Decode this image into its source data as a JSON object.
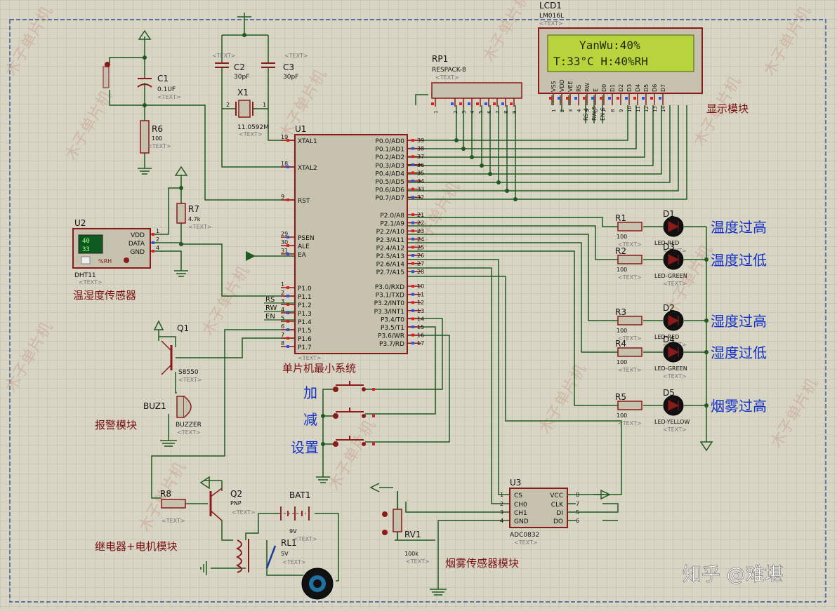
{
  "lcd": {
    "ref": "LCD1",
    "model": "LM016L",
    "text_tag": "<TEXT>",
    "line1": "YanWu:40%",
    "line2": "T:33°C   H:40%RH",
    "pins": [
      "VSS",
      "VDD",
      "VEE",
      "RS",
      "RW",
      "E",
      "D0",
      "D1",
      "D2",
      "D3",
      "D4",
      "D5",
      "D6",
      "D7"
    ],
    "pin_numbers": [
      "1",
      "2",
      "3",
      "4",
      "5",
      "6",
      "7",
      "8",
      "9",
      "10",
      "11",
      "12",
      "13",
      "14"
    ]
  },
  "rp1": {
    "ref": "RP1",
    "model": "RESPACK-8",
    "text_tag": "<TEXT>",
    "pin_numbers": [
      "1",
      "2",
      "3",
      "4",
      "5",
      "6",
      "7",
      "8",
      "9"
    ]
  },
  "caps": {
    "c1": {
      "ref": "C1",
      "value": "0.1UF"
    },
    "c2": {
      "ref": "C2",
      "value": "30pF"
    },
    "c3": {
      "ref": "C3",
      "value": "30pF"
    }
  },
  "crystal": {
    "ref": "X1",
    "value": "11.0592M",
    "pin1": "1",
    "pin2": "2"
  },
  "r6": {
    "ref": "R6",
    "value": "100"
  },
  "r7": {
    "ref": "R7",
    "value": "4.7k"
  },
  "r8": {
    "ref": "R8"
  },
  "mcu": {
    "ref": "U1",
    "left_pins": [
      {
        "num": "19",
        "name": "XTAL1"
      },
      {
        "num": "18",
        "name": "XTAL2"
      },
      {
        "num": "9",
        "name": "RST"
      },
      {
        "num": "29",
        "name": "PSEN"
      },
      {
        "num": "30",
        "name": "ALE"
      },
      {
        "num": "31",
        "name": "EA"
      },
      {
        "num": "1",
        "name": "P1.0"
      },
      {
        "num": "2",
        "name": "P1.1"
      },
      {
        "num": "3",
        "name": "P1.2"
      },
      {
        "num": "4",
        "name": "P1.3"
      },
      {
        "num": "5",
        "name": "P1.4"
      },
      {
        "num": "6",
        "name": "P1.5"
      },
      {
        "num": "7",
        "name": "P1.6"
      },
      {
        "num": "8",
        "name": "P1.7"
      }
    ],
    "right_pins": [
      {
        "num": "39",
        "name": "P0.0/AD0"
      },
      {
        "num": "38",
        "name": "P0.1/AD1"
      },
      {
        "num": "37",
        "name": "P0.2/AD2"
      },
      {
        "num": "36",
        "name": "P0.3/AD3"
      },
      {
        "num": "35",
        "name": "P0.4/AD4"
      },
      {
        "num": "34",
        "name": "P0.5/AD5"
      },
      {
        "num": "33",
        "name": "P0.6/AD6"
      },
      {
        "num": "32",
        "name": "P0.7/AD7"
      },
      {
        "num": "21",
        "name": "P2.0/A8"
      },
      {
        "num": "22",
        "name": "P2.1/A9"
      },
      {
        "num": "23",
        "name": "P2.2/A10"
      },
      {
        "num": "24",
        "name": "P2.3/A11"
      },
      {
        "num": "25",
        "name": "P2.4/A12"
      },
      {
        "num": "26",
        "name": "P2.5/A13"
      },
      {
        "num": "27",
        "name": "P2.6/A14"
      },
      {
        "num": "28",
        "name": "P2.7/A15"
      },
      {
        "num": "10",
        "name": "P3.0/RXD"
      },
      {
        "num": "11",
        "name": "P3.1/TXD"
      },
      {
        "num": "12",
        "name": "P3.2/INT0"
      },
      {
        "num": "13",
        "name": "P3.3/INT1"
      },
      {
        "num": "14",
        "name": "P3.4/T0"
      },
      {
        "num": "15",
        "name": "P3.5/T1"
      },
      {
        "num": "16",
        "name": "P3.6/WR"
      },
      {
        "num": "17",
        "name": "P3.7/RD"
      }
    ],
    "net_labels": [
      "RS",
      "RW",
      "EN"
    ],
    "lcd_net_labels": [
      "RS 4",
      "RW 5",
      "EN 6"
    ],
    "caption": "单片机最小系统"
  },
  "dht": {
    "ref": "U2",
    "model": "DHT11",
    "temp": "40",
    "hum": "33",
    "unit": "%RH",
    "pins": [
      "VDD",
      "DATA",
      "GND"
    ],
    "pin_numbers": [
      "1",
      "2",
      "4"
    ],
    "caption": "温湿度传感器"
  },
  "leds": [
    {
      "r": "R1",
      "rv": "100",
      "d": "D1",
      "type": "LED-RED",
      "label": "温度过高"
    },
    {
      "r": "R2",
      "rv": "100",
      "d": "D3",
      "type": "LED-GREEN",
      "label": "温度过低"
    },
    {
      "r": "R3",
      "rv": "100",
      "d": "D2",
      "type": "LED-RED",
      "label": "湿度过高"
    },
    {
      "r": "R4",
      "rv": "100",
      "d": "D4",
      "type": "LED-GREEN",
      "label": "湿度过低"
    },
    {
      "r": "R5",
      "rv": "100",
      "d": "D5",
      "type": "LED-YELLOW",
      "label": "烟雾过高"
    }
  ],
  "buttons": [
    "加",
    "减",
    "设置"
  ],
  "q1": {
    "ref": "Q1",
    "model": "S8550"
  },
  "buzzer": {
    "ref": "BUZ1",
    "model": "BUZZER",
    "caption": "报警模块"
  },
  "q2": {
    "ref": "Q2",
    "model": "PNP"
  },
  "bat": {
    "ref": "BAT1",
    "value": "9V"
  },
  "relay": {
    "ref": "RL1",
    "value": "5V",
    "caption": "继电器+电机模块"
  },
  "adc": {
    "ref": "U3",
    "model": "ADC0832",
    "pins_left": [
      "CS",
      "CH0",
      "CH1",
      "GND"
    ],
    "pins_left_num": [
      "1",
      "2",
      "3",
      "4"
    ],
    "pins_right": [
      "VCC",
      "CLK",
      "DI",
      "DO"
    ],
    "pins_right_num": [
      "8",
      "7",
      "5",
      "6"
    ]
  },
  "rv1": {
    "ref": "RV1",
    "value": "100k",
    "caption": "烟雾传感器模块"
  },
  "lcd_caption": "显示模块",
  "text_tag": "<TEXT>",
  "watermark": "木子单片机",
  "signature": "知乎 @难堪",
  "colors": {
    "background": "#d8d5c5",
    "wire": "#1f5a1f",
    "component": "#8b1a1a",
    "body": "#c6c2ae",
    "lcd_screen": "#b8d43c",
    "label_blue": "#1030c8",
    "caption": "#7a1010"
  }
}
